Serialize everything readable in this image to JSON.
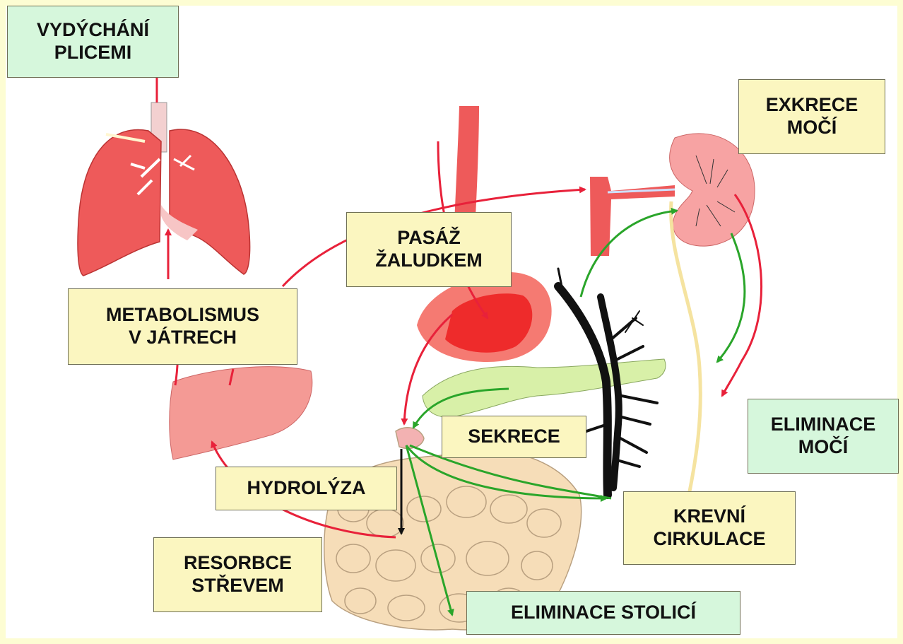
{
  "labels": {
    "exhalation": "VYDÝCHÁNÍ\nPLICEMI",
    "urine_excretion": "EXKRECE\nMOČÍ",
    "stomach_passage": "PASÁŽ\nŽALUDKEM",
    "liver_metabolism": "METABOLISMUS\nV JÁTRECH",
    "secretion": "SEKRECE",
    "urine_elimination": "ELIMINACE\nMOČÍ",
    "hydrolysis": "HYDROLÝZA",
    "blood_circulation": "KREVNÍ\nCIRKULACE",
    "intestinal_resorption": "RESORBCE\nSTŘEVEM",
    "stool_elimination": "ELIMINACE STOLICÍ"
  },
  "colors": {
    "frame": "#fdfdd3",
    "label_yellow": "#fbf6c0",
    "label_green": "#d6f7dc",
    "arrow_red": "#e8213a",
    "arrow_green": "#2aa52a",
    "organ_red": "#ee5a5a",
    "liver": "#f49a95",
    "intestine": "#f6ddb8",
    "pancreas": "#d8f0a8",
    "vessel": "#111111",
    "lymph": "#f5e3a0"
  }
}
